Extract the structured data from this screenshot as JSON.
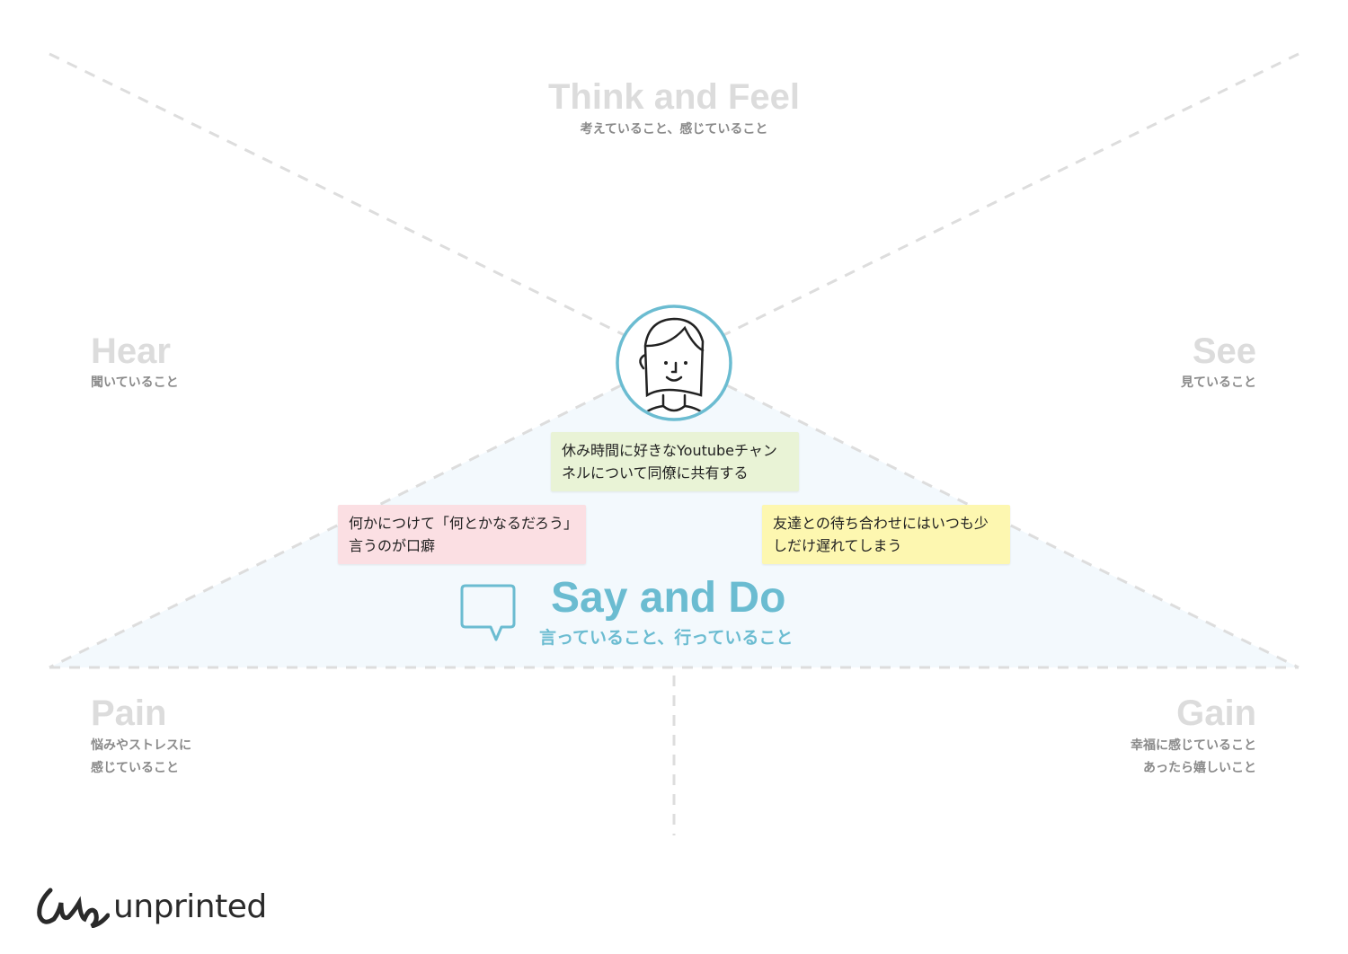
{
  "sections": {
    "think_feel": {
      "title": "Think and Feel",
      "subtitle": "考えていること、感じていること"
    },
    "hear": {
      "title": "Hear",
      "subtitle": "聞いていること"
    },
    "see": {
      "title": "See",
      "subtitle": "見ていること"
    },
    "say_do": {
      "title": "Say and Do",
      "subtitle": "言っていること、行っていること"
    },
    "pain": {
      "title": "Pain",
      "subtitle_line1": "悩みやストレスに",
      "subtitle_line2": "感じていること"
    },
    "gain": {
      "title": "Gain",
      "subtitle_line1": "幸福に感じていること",
      "subtitle_line2": "あったら嬉しいこと"
    }
  },
  "notes": [
    {
      "text": "休み時間に好きなYoutubeチャンネルについて同僚に共有する",
      "color": "#e9f3d6"
    },
    {
      "text": "何かにつけて「何とかなるだろう」言うのが口癖",
      "color": "#fbdfe3"
    },
    {
      "text": "友達との待ち合わせにはいつも少しだけ遅れてしまう",
      "color": "#fdf7b0"
    }
  ],
  "brand": {
    "name": "unprinted"
  },
  "colors": {
    "accent": "#6bbcd1",
    "fill": "#f3f9fd",
    "dash": "#dddddd"
  }
}
